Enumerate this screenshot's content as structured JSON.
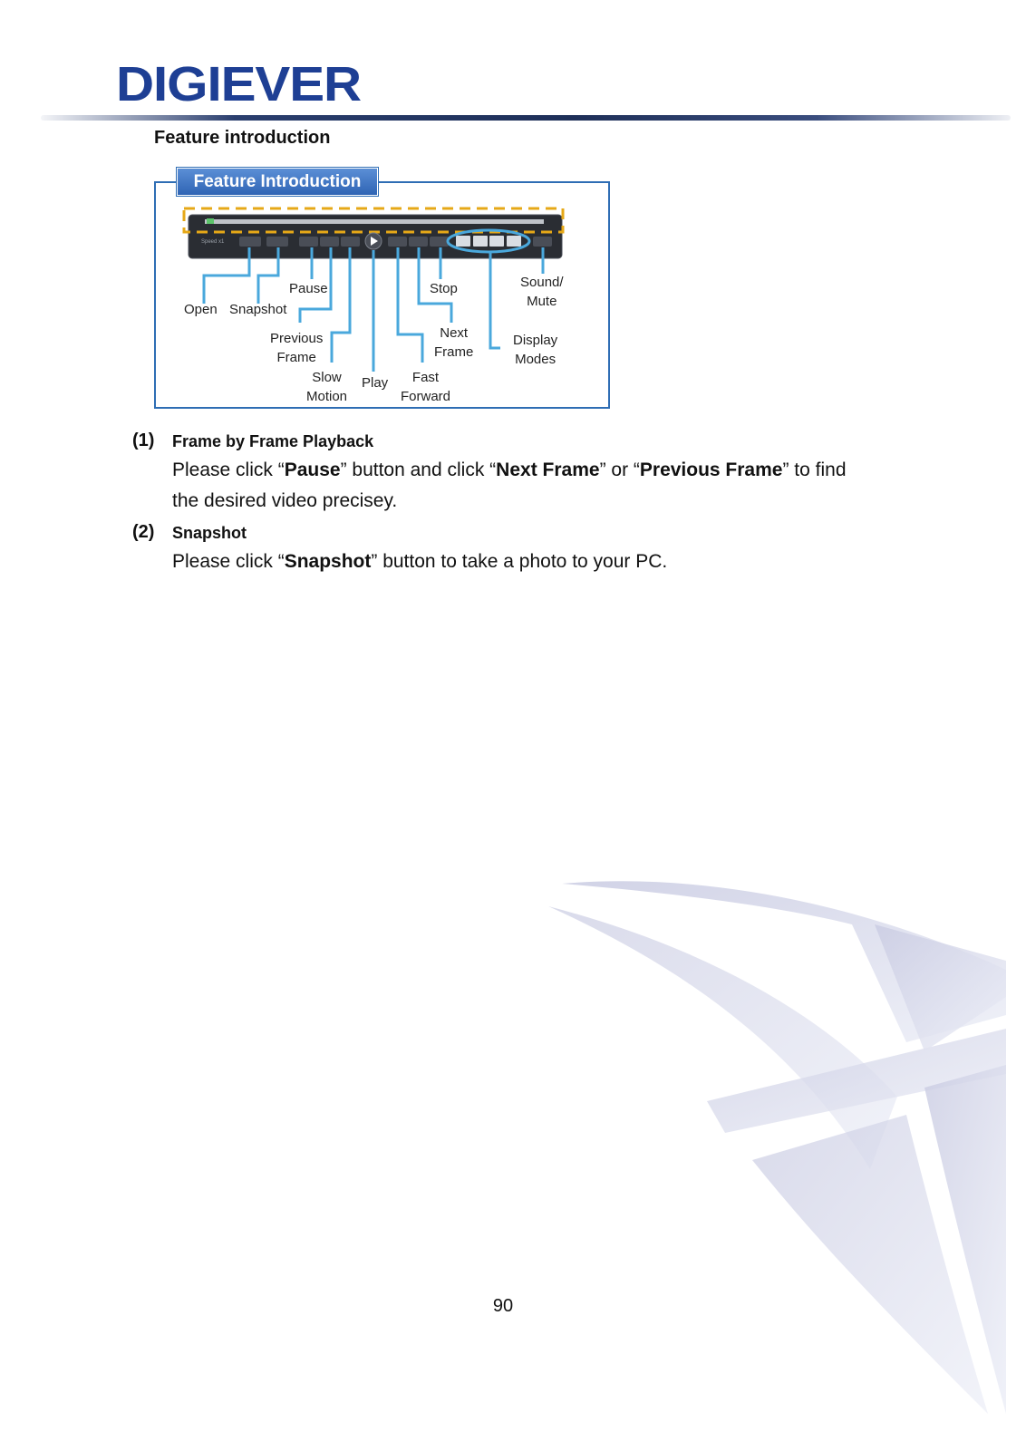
{
  "header": {
    "logo_text": "DIGIEVER"
  },
  "section_title": "Feature introduction",
  "figure": {
    "tab_label": "Feature Introduction",
    "player": {
      "speed_label": "Speed x1"
    },
    "labels": {
      "open": "Open",
      "snapshot": "Snapshot",
      "pause": "Pause",
      "previous_frame_1": "Previous",
      "previous_frame_2": "Frame",
      "slow_motion_1": "Slow",
      "slow_motion_2": "Motion",
      "play": "Play",
      "fast_forward_1": "Fast",
      "fast_forward_2": "Forward",
      "next_frame_1": "Next",
      "next_frame_2": "Frame",
      "stop": "Stop",
      "display_modes_1": "Display",
      "display_modes_2": "Modes",
      "sound_mute_1": "Sound/",
      "sound_mute_2": "Mute"
    },
    "colors": {
      "frame": "#2e6db4",
      "callout_line": "#4aa8dc",
      "dashed_highlight": "#e6a817",
      "player_bg": "#2a2d33"
    }
  },
  "items": [
    {
      "number": "(1)",
      "heading": "Frame by Frame Playback",
      "text": {
        "t1": "Please click “",
        "b1": "Pause",
        "t2": "” button and click “",
        "b2": "Next Frame",
        "t3": "” or “",
        "b3": "Previous Frame",
        "t4": "” to find the desired video precisey."
      }
    },
    {
      "number": "(2)",
      "heading": "Snapshot",
      "text": {
        "t1": "Please click “",
        "b1": "Snapshot",
        "t2": "” button to take a photo to your PC."
      }
    }
  ],
  "page_number": "90"
}
